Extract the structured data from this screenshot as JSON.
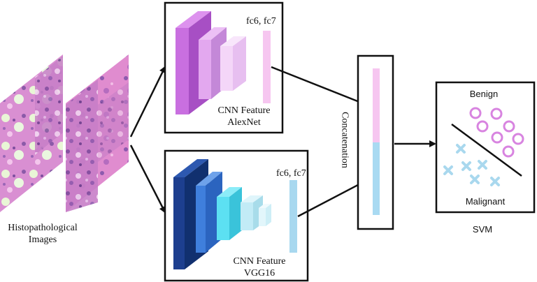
{
  "input": {
    "label_line1": "Histopathological",
    "label_line2": "Images"
  },
  "alexnet": {
    "fc_label": "fc6, fc7",
    "caption_line1": "CNN Feature",
    "caption_line2": "AlexNet",
    "colors": {
      "dark": "#c96fe0",
      "mid": "#e3a8ef",
      "light": "#f4d6f8"
    }
  },
  "vgg16": {
    "fc_label": "fc6, fc7",
    "caption_line1": "CNN Feature",
    "caption_line2": "VGG16",
    "colors": {
      "navy": "#1d3f8f",
      "blue": "#3f7fdc",
      "cyan": "#5ce0f2",
      "pale": "#c2ebf6",
      "fc": "#a8d8ef"
    }
  },
  "concat": {
    "label": "Concatenation",
    "colors": {
      "top": "#f6c6f0",
      "bottom": "#a9daf2"
    }
  },
  "svm": {
    "benign_label": "Benign",
    "malignant_label": "Malignant",
    "title": "SVM",
    "colors": {
      "benign": "#d884e0",
      "malignant": "#a9d8ee"
    },
    "benign_count": 7,
    "malignant_count": 6
  },
  "icons": [
    "histology-tile-icon",
    "circle-marker-icon",
    "cross-marker-icon",
    "arrow-icon"
  ]
}
